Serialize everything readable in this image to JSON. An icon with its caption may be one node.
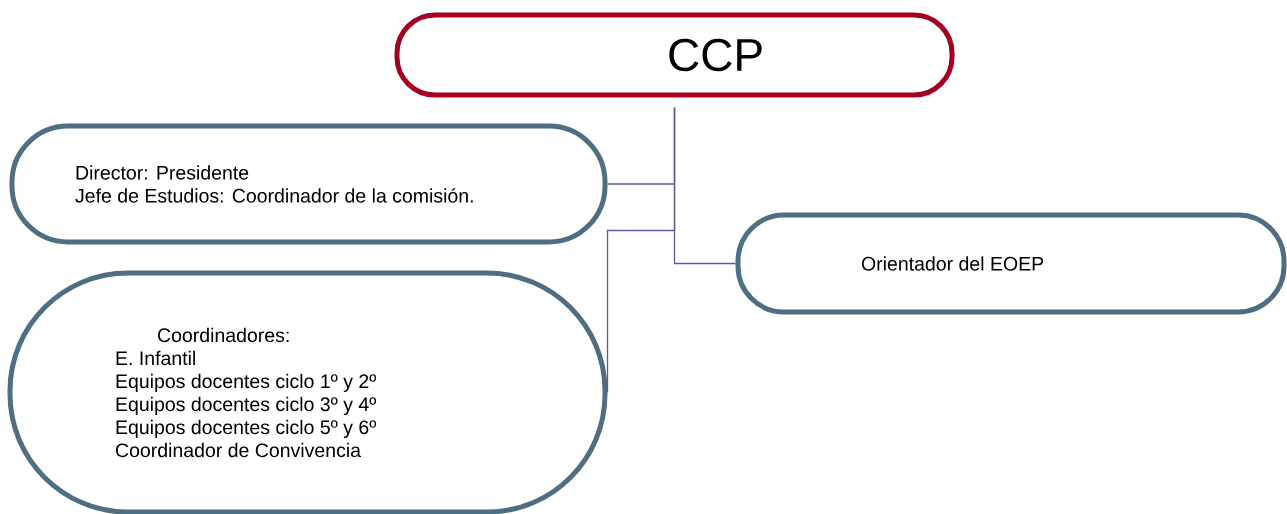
{
  "diagram": {
    "nodes": [
      {
        "text": [
          "CCP"
        ]
      },
      {
        "text": [
          "Director: Presidente",
          "Jefe de Estudios: Coordinador de la comisión."
        ]
      },
      {
        "text": [
          "Coordinadores:",
          "E. Infantil",
          "Equipos docentes ciclo 1º y 2º",
          "Equipos docentes ciclo 3º y 4º",
          "Equipos docentes ciclo 5º y 6º",
          "Coordinador de Convivencia"
        ]
      },
      {
        "text": [
          "Orientador del EOEP"
        ]
      }
    ],
    "edges": [
      {
        "from": 0,
        "to": 1,
        "arrow": "none"
      },
      {
        "from": 0,
        "to": 2,
        "arrow": "none"
      },
      {
        "from": 0,
        "to": 3,
        "arrow": "none"
      }
    ]
  }
}
